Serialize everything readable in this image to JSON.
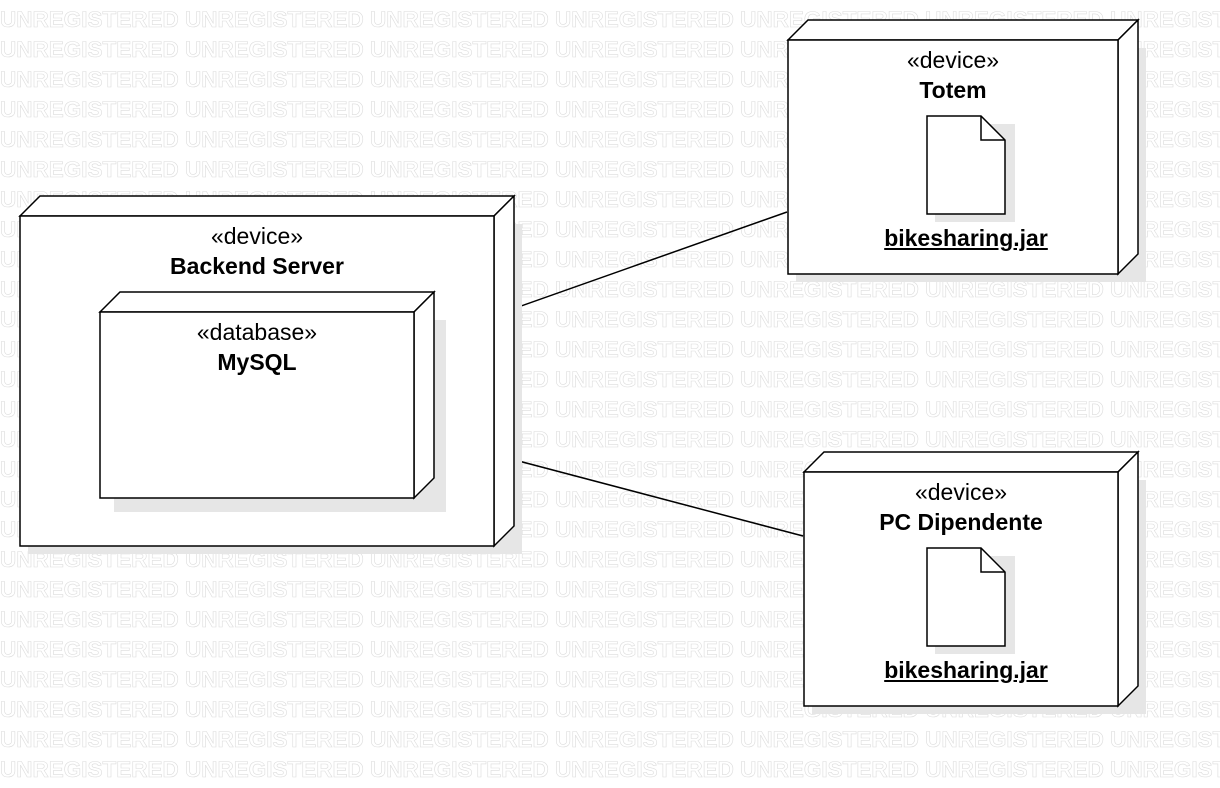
{
  "watermark": {
    "word": "UNREGISTERED"
  },
  "nodes": {
    "backend": {
      "stereotype": "«device»",
      "name": "Backend Server"
    },
    "mysql": {
      "stereotype": "«database»",
      "name": "MySQL"
    },
    "totem": {
      "stereotype": "«device»",
      "name": "Totem",
      "artifact": "bikesharing.jar"
    },
    "pc": {
      "stereotype": "«device»",
      "name": "PC Dipendente",
      "artifact": "bikesharing.jar"
    }
  },
  "colors": {
    "stroke": "#000000",
    "shadow": "#e6e6e6",
    "fill": "#ffffff",
    "watermark": "#dcdcdc"
  }
}
